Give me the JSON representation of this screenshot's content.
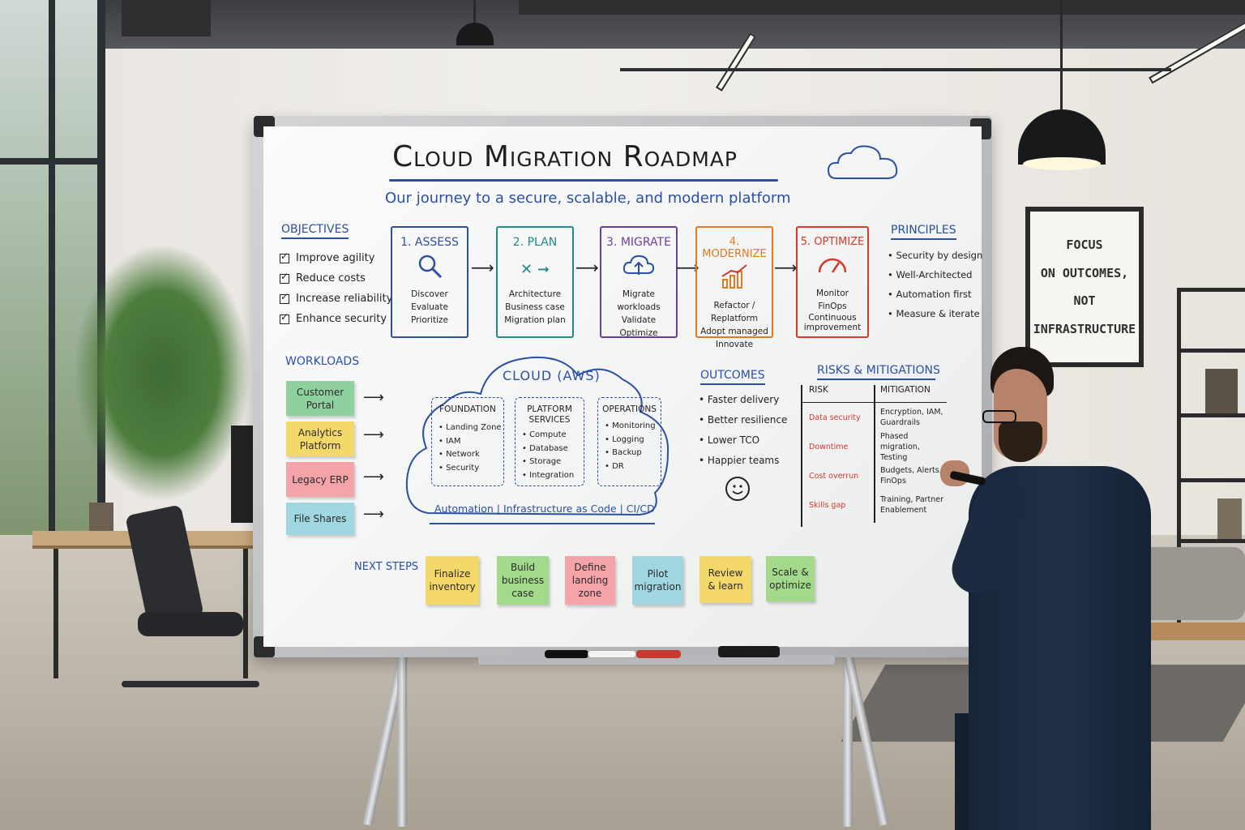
{
  "board": {
    "title": "Cloud Migration Roadmap",
    "subtitle": "Our journey to a secure, scalable, and modern platform",
    "objectives": {
      "heading": "OBJECTIVES",
      "items": [
        "Improve agility",
        "Reduce costs",
        "Increase reliability",
        "Enhance security"
      ]
    },
    "phases": [
      {
        "title": "1. ASSESS",
        "icon": "magnifier-icon",
        "lines": [
          "Discover",
          "Evaluate",
          "Prioritize"
        ],
        "color": "#2c4fa3"
      },
      {
        "title": "2. PLAN",
        "icon": "plan-icon",
        "lines": [
          "Architecture",
          "Business case",
          "Migration plan"
        ],
        "color": "#1f8a88"
      },
      {
        "title": "3. MIGRATE",
        "icon": "cloud-upload-icon",
        "lines": [
          "Migrate workloads",
          "Validate",
          "Optimize"
        ],
        "color": "#6b3fa0"
      },
      {
        "title": "4. MODERNIZE",
        "icon": "growth-chart-icon",
        "lines": [
          "Refactor / Replatform",
          "Adopt managed",
          "Innovate"
        ],
        "color": "#e07a1f"
      },
      {
        "title": "5. OPTIMIZE",
        "icon": "gauge-icon",
        "lines": [
          "Monitor",
          "FinOps",
          "Continuous",
          "improvement"
        ],
        "color": "#d23a2c"
      }
    ],
    "principles": {
      "heading": "PRINCIPLES",
      "items": [
        "Security by design",
        "Well-Architected",
        "Automation first",
        "Measure & iterate"
      ]
    },
    "workloads": {
      "heading": "WORKLOADS",
      "items": [
        {
          "label": "Customer Portal",
          "color": "#8fd19e"
        },
        {
          "label": "Analytics Platform",
          "color": "#f4d86a"
        },
        {
          "label": "Legacy ERP",
          "color": "#f4a4a8"
        },
        {
          "label": "File Shares",
          "color": "#9fd6e0"
        }
      ]
    },
    "cloud": {
      "title": "CLOUD (AWS)",
      "sections": [
        {
          "title": "FOUNDATION",
          "items": [
            "Landing Zone",
            "IAM",
            "Network",
            "Security"
          ]
        },
        {
          "title": "PLATFORM SERVICES",
          "items": [
            "Compute",
            "Database",
            "Storage",
            "Integration"
          ]
        },
        {
          "title": "OPERATIONS",
          "items": [
            "Monitoring",
            "Logging",
            "Backup",
            "DR"
          ]
        }
      ],
      "footer": "Automation  |  Infrastructure as Code  |  CI/CD"
    },
    "outcomes": {
      "heading": "OUTCOMES",
      "items": [
        "Faster delivery",
        "Better resilience",
        "Lower TCO",
        "Happier teams"
      ]
    },
    "risks": {
      "heading": "RISKS & MITIGATIONS",
      "col_risk": "RISK",
      "col_mitigation": "MITIGATION",
      "rows": [
        {
          "risk": "Data security",
          "mitigation": "Encryption, IAM, Guardrails"
        },
        {
          "risk": "Downtime",
          "mitigation": "Phased migration, Testing"
        },
        {
          "risk": "Cost overrun",
          "mitigation": "Budgets, Alerts, FinOps"
        },
        {
          "risk": "Skills gap",
          "mitigation": "Training, Partner Enablement"
        }
      ]
    },
    "next_steps": {
      "heading": "NEXT STEPS",
      "items": [
        {
          "label": "Finalize inventory",
          "color": "#f4d86a"
        },
        {
          "label": "Build business case",
          "color": "#a3d98a"
        },
        {
          "label": "Define landing zone",
          "color": "#f4a4a8"
        },
        {
          "label": "Pilot migration",
          "color": "#9fd6e0"
        },
        {
          "label": "Review & learn",
          "color": "#f4d86a"
        },
        {
          "label": "Scale & optimize",
          "color": "#a3d98a"
        }
      ]
    }
  },
  "poster": {
    "lines": [
      "FOCUS",
      "ON OUTCOMES,",
      "NOT",
      "INFRASTRUCTURE"
    ]
  }
}
